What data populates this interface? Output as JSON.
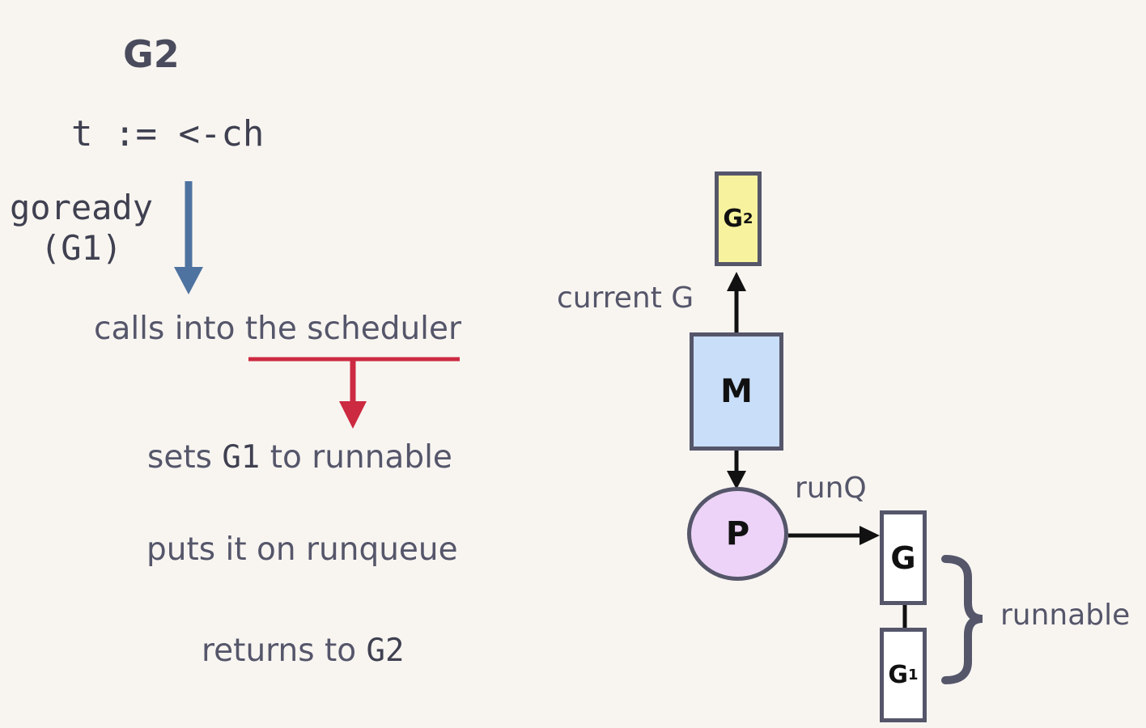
{
  "title": "G2",
  "code": "t := <-ch",
  "goready": {
    "line1": "goready",
    "line2": "(G1)"
  },
  "steps": {
    "calls": "calls into the scheduler",
    "sets_prefix": "sets ",
    "sets_g": "G1",
    "sets_suffix": " to runnable",
    "puts": "puts it on runqueue",
    "returns_prefix": "returns to ",
    "returns_g": "G2"
  },
  "diagram": {
    "current_label": "current G",
    "runq_label": "runQ",
    "runnable_label": "runnable",
    "g2_box": {
      "letter": "G",
      "sub": "2"
    },
    "m_box": "M",
    "p_box": "P",
    "g_box": "G",
    "g1_box": {
      "letter": "G",
      "sub": "1"
    }
  },
  "colors": {
    "background": "#f8f5f1",
    "blue_arrow": "#4f73a0",
    "red_arrow": "#cc2a41",
    "g2_fill": "#f7f29d",
    "m_fill": "#c9def8",
    "p_fill": "#ecd3f7",
    "border": "#55566a"
  }
}
